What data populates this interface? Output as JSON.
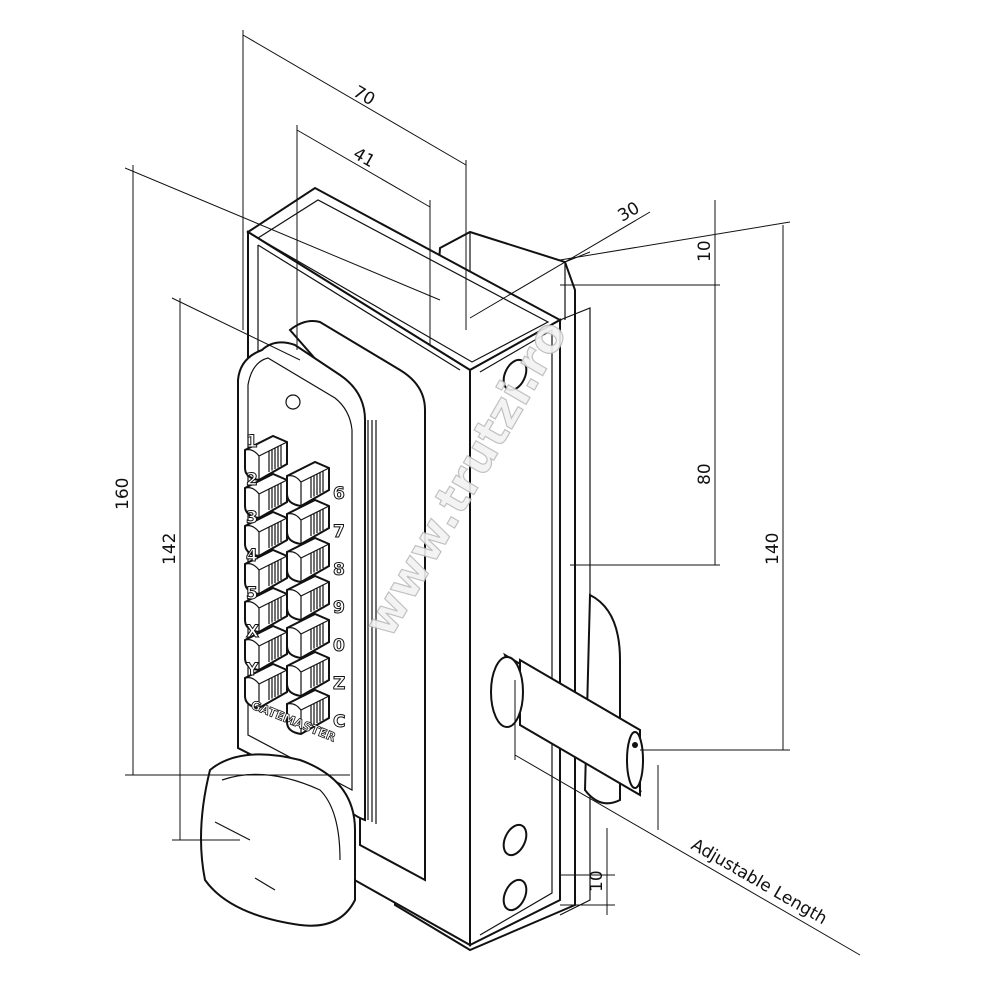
{
  "dimensions": {
    "width_total": "70",
    "width_keypad": "41",
    "depth": "30",
    "top_offset": "10",
    "hole_spacing": "80",
    "plate_height": "140",
    "total_height": "160",
    "keypad_height": "142",
    "bottom_offset": "10",
    "adjustable_label": "Adjustable Length"
  },
  "keypad": {
    "left_keys": [
      "1",
      "2",
      "3",
      "4",
      "5",
      "X",
      "Y"
    ],
    "right_keys": [
      "6",
      "7",
      "8",
      "9",
      "0",
      "Z",
      "C"
    ],
    "brand": "GATEMASTER"
  },
  "watermark": "www.trutzi.ro"
}
